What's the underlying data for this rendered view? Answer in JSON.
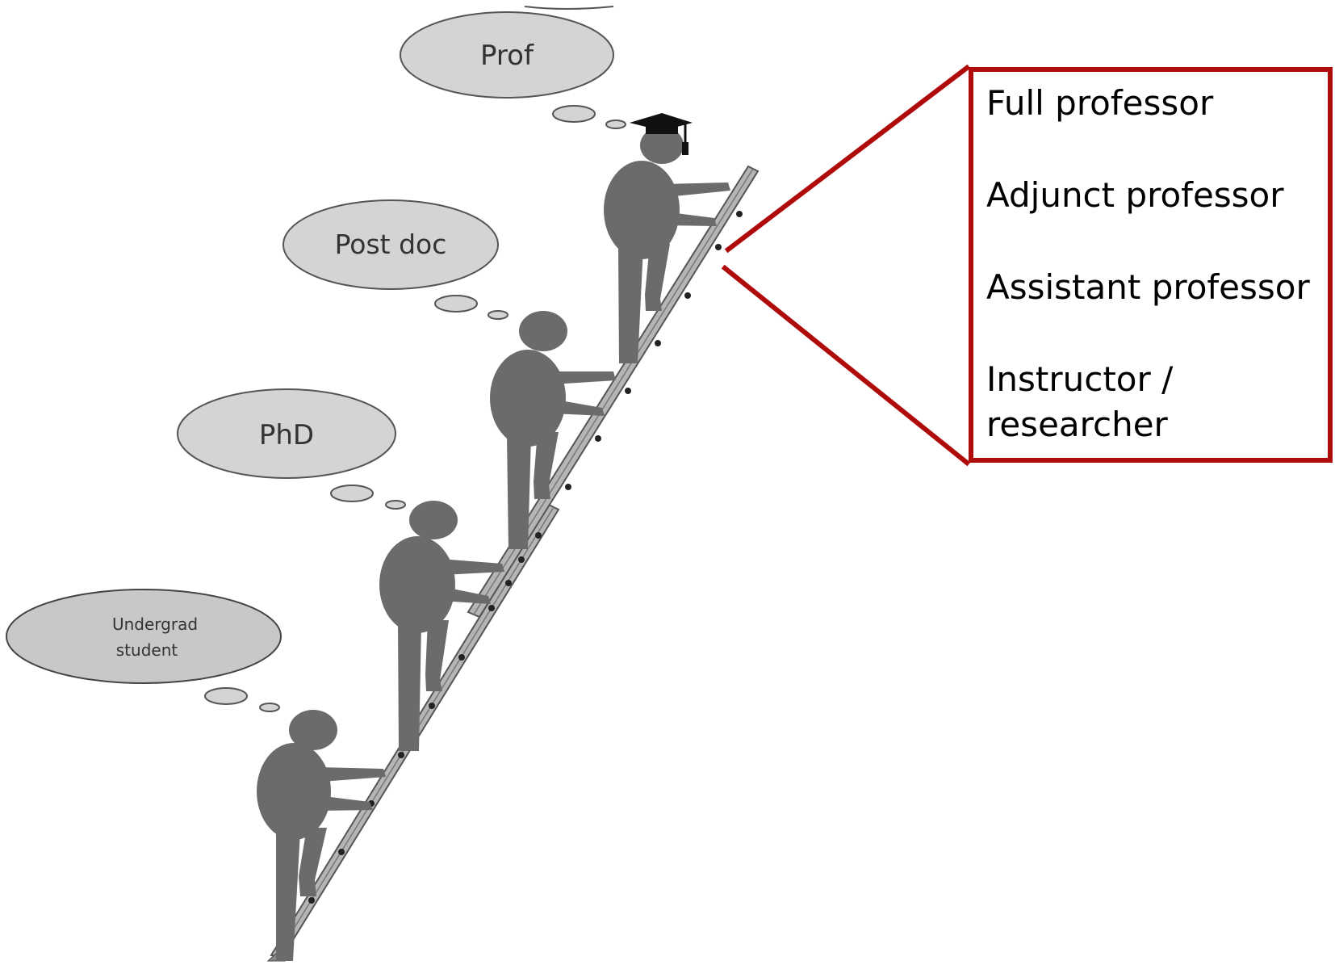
{
  "thought_bubbles": {
    "undergrad_line1": "Undergrad",
    "undergrad_line2": "student",
    "phd": "PhD",
    "postdoc": "Post doc",
    "prof": "Prof"
  },
  "positions_box": {
    "items": [
      "Full professor",
      "Adjunct professor",
      "Assistant professor",
      "Instructor /"
    ],
    "item4_line2": "researcher"
  },
  "colors": {
    "figure": "#6b6b6b",
    "bubble_fill": "#d4d4d4",
    "bubble_stroke": "#555555",
    "box_border": "#b00b0b",
    "ladder": "#a8a8a8"
  }
}
